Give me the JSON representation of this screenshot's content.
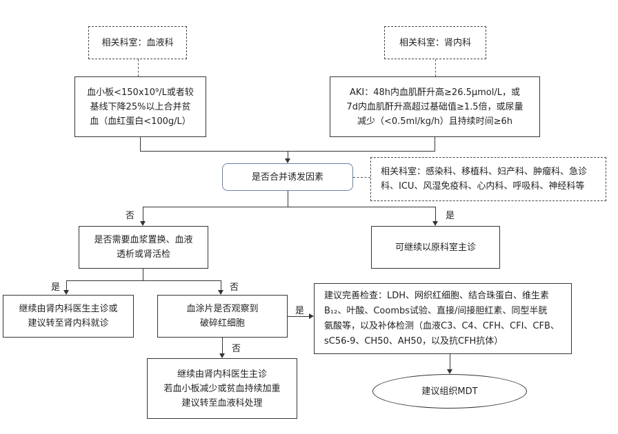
{
  "boxes": {
    "dept_hematology": "相关科室：血液科",
    "dept_nephrology": "相关科室：肾内科",
    "platelet": "血小板<150x10⁹/L或者较\n基线下降25%以上合并贫\n血（血红蛋白<100g/L）",
    "aki": "AKI：48h内血肌酐升高≥26.5μmol/L，或\n7d内血肌酐升高超过基础值≥1.5倍，或尿量\n减少（<0.5ml/kg/h）且持续时间≥6h",
    "trigger": "是否合并诱发因素",
    "dept_other": "相关科室：感染科、移植科、妇产科、肿瘤科、急诊\n科、ICU、风湿免疫科、心内科、呼吸科、神经科等",
    "need_plasma": "是否需要血浆置换、血液\n透析或肾活检",
    "continue_original": "可继续以原科室主诊",
    "nephrology_continue": "继续由肾内科医生主诊或\n建议转至肾内科就诊",
    "smear": "血涂片是否观察到\n破碎红细胞",
    "recommend_tests": "建议完善检查：LDH、网织红细胞、结合珠蛋白、维生素\nB₁₂、叶酸、Coombs试验、直接/间接胆红素、同型半胱\n氨酸等，以及补体检测（血液C3、C4、CFH、CFI、CFB、\nsC56-9、CH50、AH50，以及抗CFH抗体）",
    "nephrology_hematology": "继续由肾内科医生主诊\n若血小板减少或贫血持续加重\n建议转至血液科处理",
    "mdt": "建议组织MDT"
  },
  "labels": {
    "no_1": "否",
    "yes_1": "是",
    "yes_2": "是",
    "no_2": "否",
    "yes_3": "是",
    "no_3": "否"
  }
}
